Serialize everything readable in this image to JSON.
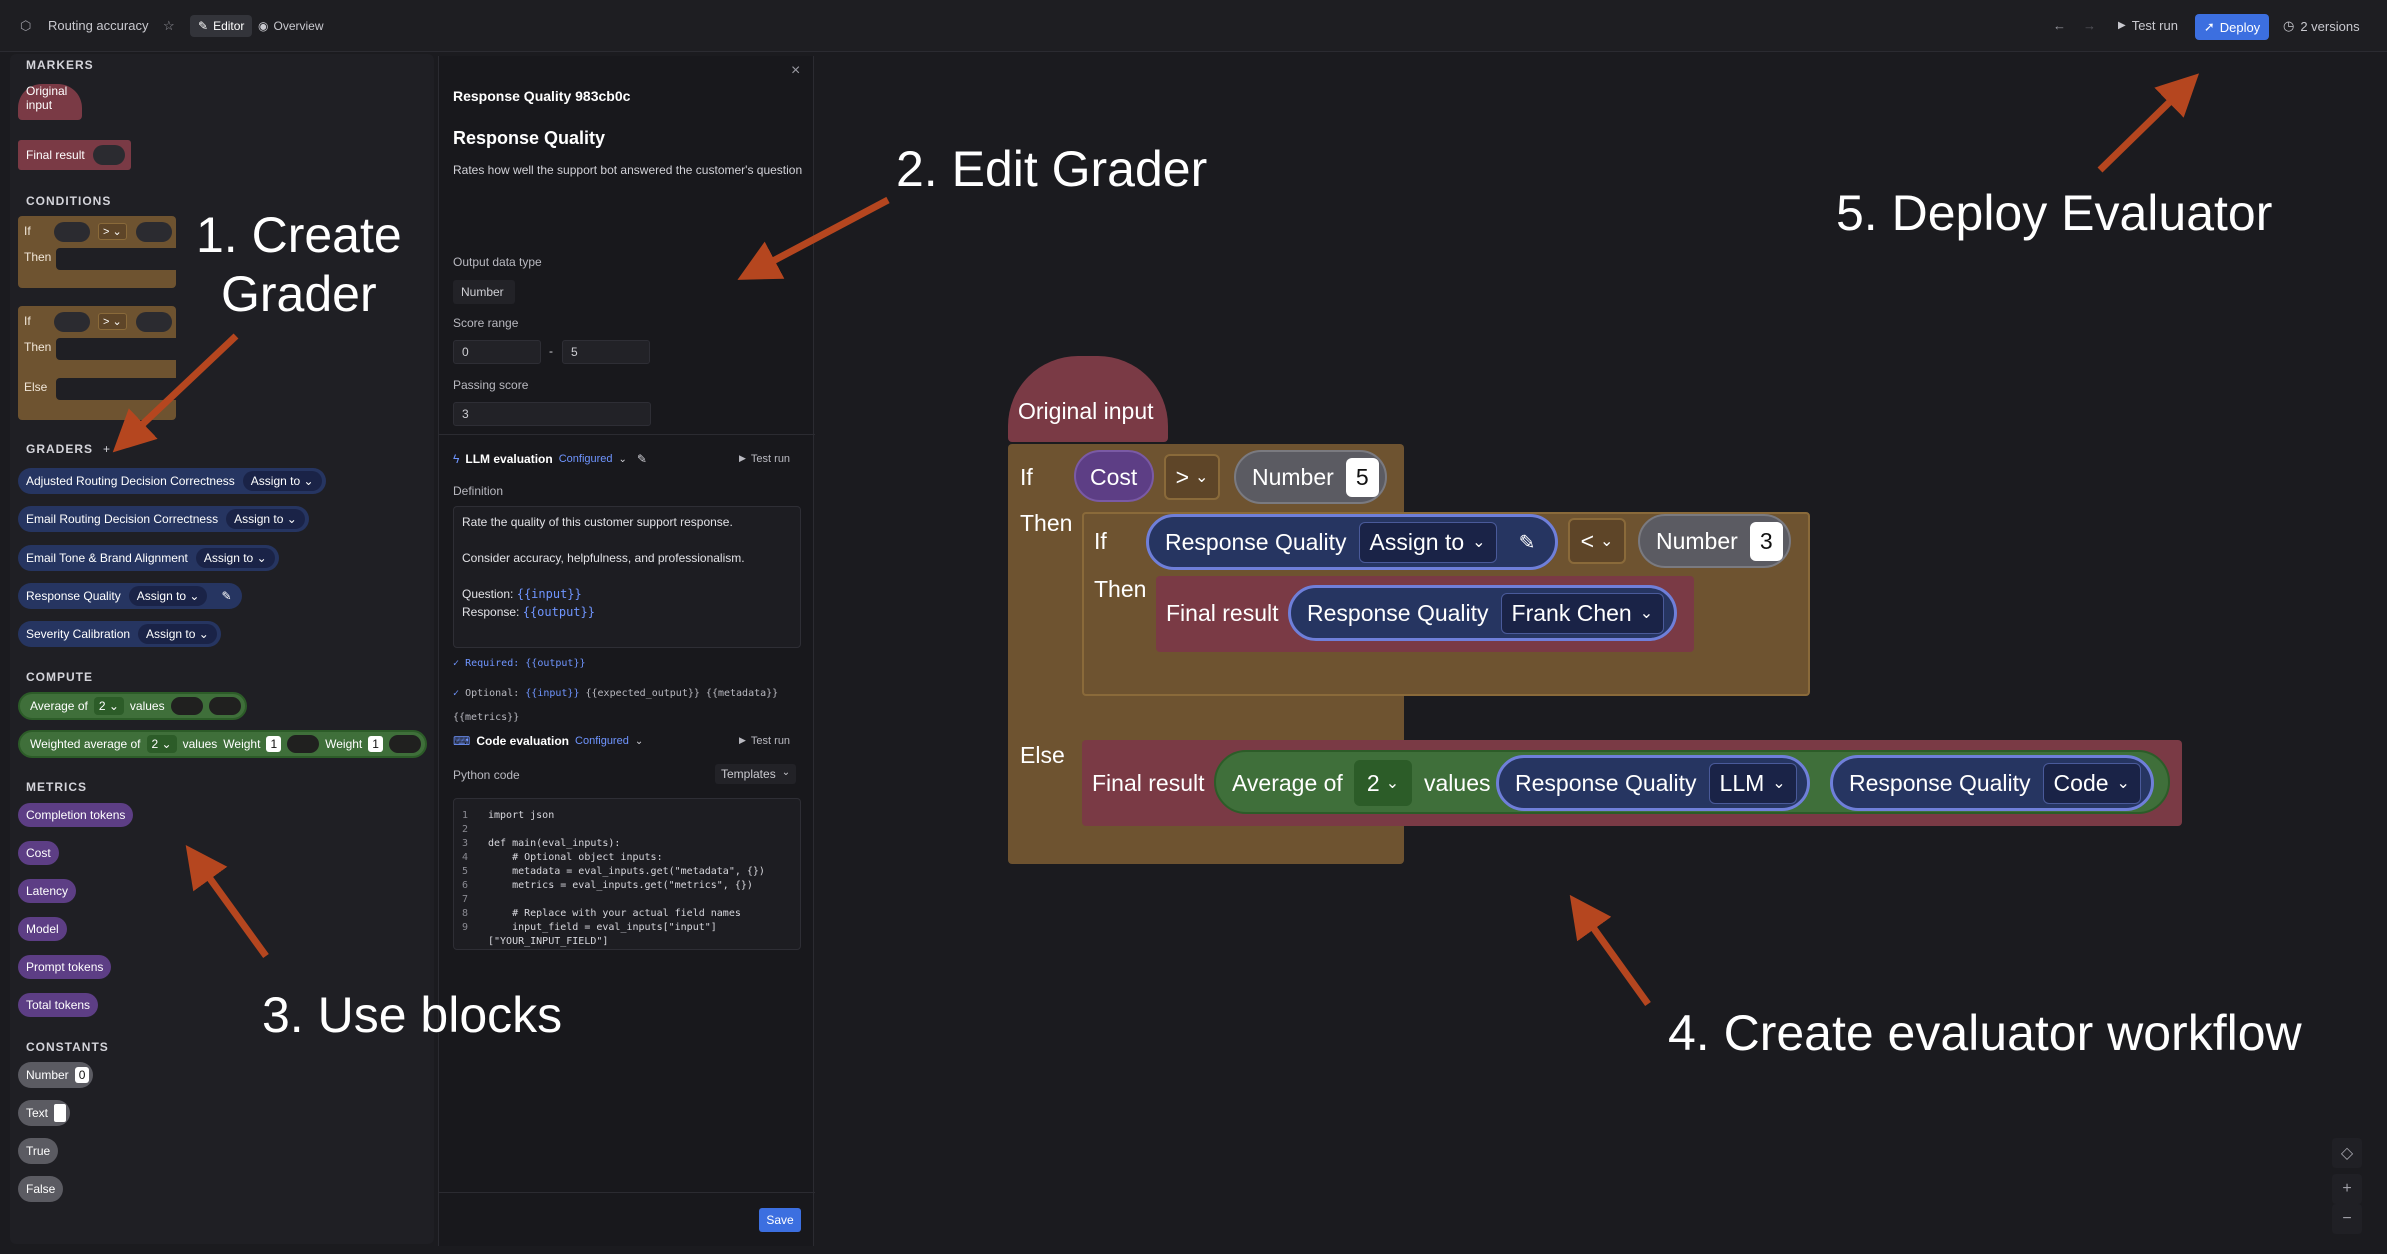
{
  "topbar": {
    "title": "Routing accuracy",
    "tab_editor": "Editor",
    "tab_overview": "Overview",
    "test_run": "Test run",
    "deploy": "Deploy",
    "versions": "2 versions"
  },
  "sidebar": {
    "markers_title": "MARKERS",
    "marker_original": "Original input",
    "marker_final": "Final result",
    "conditions_title": "CONDITIONS",
    "cond_if": "If",
    "cond_then": "Then",
    "cond_else": "Else",
    "cond_op": ">",
    "graders_title": "GRADERS",
    "assign_label": "Assign to",
    "graders": [
      "Adjusted Routing Decision Correctness",
      "Email Routing Decision Correctness",
      "Email Tone & Brand Alignment",
      "Response Quality",
      "Severity Calibration"
    ],
    "compute_title": "COMPUTE",
    "avg_label": "Average of",
    "avg_count": "2",
    "values_label": "values",
    "wavg_label": "Weighted average of",
    "weight_label": "Weight",
    "weight_value": "1",
    "metrics_title": "METRICS",
    "metrics": [
      "Completion tokens",
      "Cost",
      "Latency",
      "Model",
      "Prompt tokens",
      "Total tokens"
    ],
    "constants_title": "CONSTANTS",
    "const_number": "Number",
    "const_number_value": "0",
    "const_text": "Text",
    "const_true": "True",
    "const_false": "False"
  },
  "panel": {
    "header": "Response Quality 983cb0c",
    "name": "Response Quality",
    "description": "Rates how well the support bot answered the customer's question",
    "output_type_label": "Output data type",
    "output_type_value": "Number",
    "score_range_label": "Score range",
    "score_min": "0",
    "score_sep": "-",
    "score_max": "5",
    "passing_label": "Passing score",
    "passing_value": "3",
    "llm_title": "LLM evaluation",
    "configured": "Configured",
    "test_run": "Test run",
    "definition_label": "Definition",
    "definition_line1": "Rate the quality of this customer support response.",
    "definition_line2": "Consider accuracy, helpfulness, and professionalism.",
    "q_label": "Question:",
    "q_var": "{{input}}",
    "r_label": "Response:",
    "r_var": "{{output}}",
    "required_label": "Required:",
    "required_var": "{{output}}",
    "optional_label": "Optional:",
    "optional_var1": "{{input}}",
    "optional_var2": "{{expected_output}}",
    "optional_var3": "{{metadata}}",
    "optional_var4": "{{metrics}}",
    "code_title": "Code evaluation",
    "python_label": "Python code",
    "templates_label": "Templates",
    "code_lines": [
      "import json",
      "",
      "def main(eval_inputs):",
      "    # Optional object inputs:",
      "    metadata = eval_inputs.get(\"metadata\", {})",
      "    metrics = eval_inputs.get(\"metrics\", {})",
      "",
      "    # Replace with your actual field names",
      "    input_field = eval_inputs[\"input\"]",
      "[\"YOUR_INPUT_FIELD\"]"
    ],
    "code_line_numbers": [
      "1",
      "2",
      "3",
      "4",
      "5",
      "6",
      "7",
      "8",
      "9",
      ""
    ],
    "save": "Save"
  },
  "canvas": {
    "original_input": "Original input",
    "if": "If",
    "then": "Then",
    "else": "Else",
    "cost": "Cost",
    "op_gt": ">",
    "op_lt": "<",
    "number": "Number",
    "num5": "5",
    "num3": "3",
    "response_quality": "Response Quality",
    "assign_to": "Assign to",
    "final_result": "Final result",
    "frank": "Frank Chen",
    "average_of": "Average of",
    "two": "2",
    "values": "values",
    "llm": "LLM",
    "code": "Code"
  },
  "annotations": {
    "a1_line1": "1. Create",
    "a1_line2": "Grader",
    "a2": "2. Edit Grader",
    "a3": "3. Use blocks",
    "a4": "4. Create evaluator workflow",
    "a5": "5. Deploy Evaluator"
  },
  "colors": {
    "arrow": "#b5461f",
    "accent": "#3c6fe0",
    "condition": "#6e5330",
    "result": "#7a3a45",
    "grader": "#263561",
    "compute": "#3f6f3a",
    "metric": "#5d3e85"
  }
}
